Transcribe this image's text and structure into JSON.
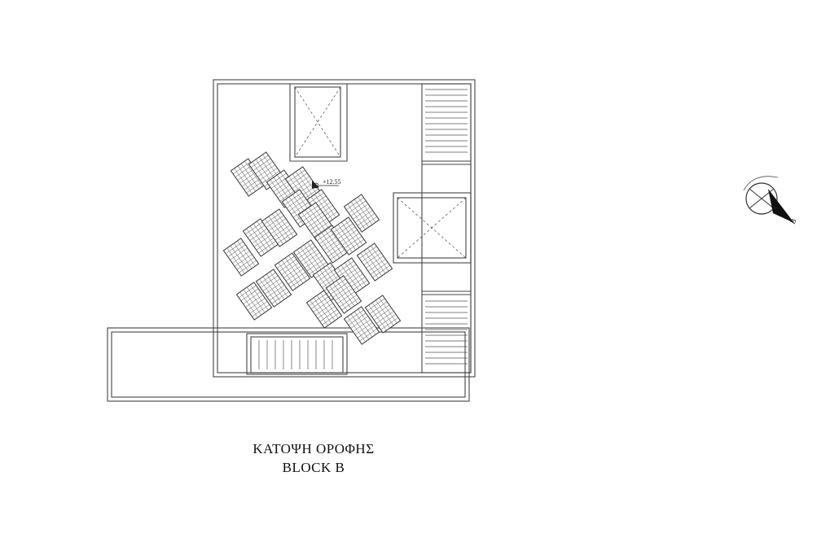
{
  "drawing": {
    "title_line1": "ΚΑΤΟΨΗ ΟΡΟΦΗΣ",
    "title_line2": "BLOCK B",
    "level_label": "+12.55",
    "north_label": "B",
    "line_color": "#444444"
  }
}
